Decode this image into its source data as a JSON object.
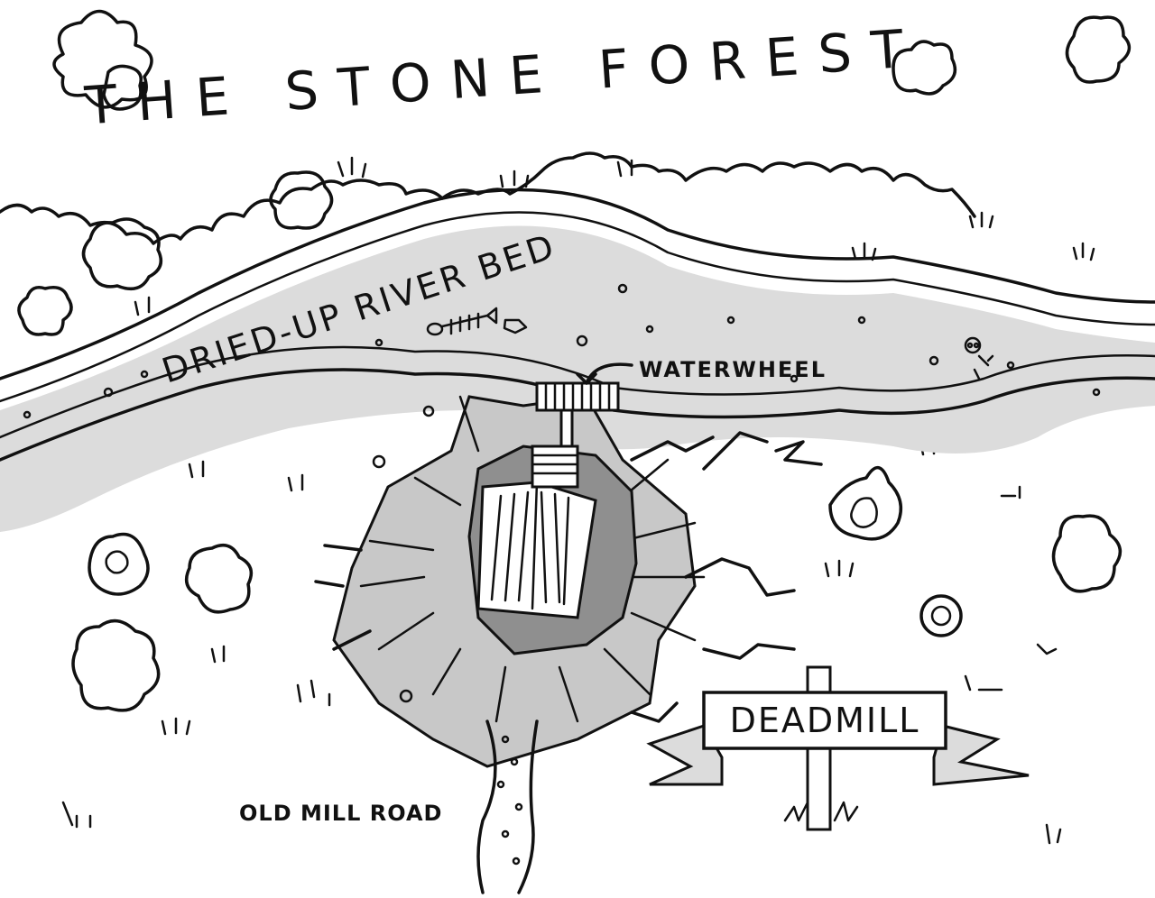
{
  "map": {
    "title": "THE STONE FOREST",
    "labels": {
      "river": "DRIED-UP RIVER BED",
      "waterwheel": "WATERWHEEL",
      "road": "OLD MILL ROAD",
      "sign": "DEADMILL"
    },
    "colors": {
      "ink": "#111111",
      "paper": "#ffffff",
      "riverbed": "#dcdcdc",
      "crater": "#c8c8c8",
      "rubble": "#8f8f8f"
    }
  }
}
